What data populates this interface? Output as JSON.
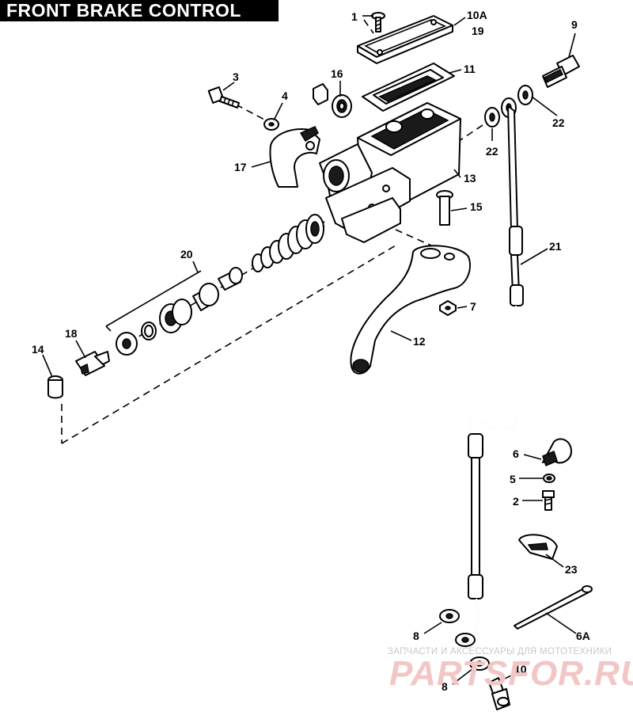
{
  "title": "FRONT BRAKE CONTROL",
  "callouts": [
    {
      "id": "c1",
      "label": "1"
    },
    {
      "id": "c10a",
      "label": "10A"
    },
    {
      "id": "c19",
      "label": "19"
    },
    {
      "id": "c9",
      "label": "9"
    },
    {
      "id": "c11",
      "label": "11"
    },
    {
      "id": "c3",
      "label": "3"
    },
    {
      "id": "c4",
      "label": "4"
    },
    {
      "id": "c16",
      "label": "16"
    },
    {
      "id": "c22a",
      "label": "22"
    },
    {
      "id": "c22b",
      "label": "22"
    },
    {
      "id": "c17",
      "label": "17"
    },
    {
      "id": "c13",
      "label": "13"
    },
    {
      "id": "c15",
      "label": "15"
    },
    {
      "id": "c21",
      "label": "21"
    },
    {
      "id": "c20",
      "label": "20"
    },
    {
      "id": "c7",
      "label": "7"
    },
    {
      "id": "c12",
      "label": "12"
    },
    {
      "id": "c18",
      "label": "18"
    },
    {
      "id": "c14",
      "label": "14"
    },
    {
      "id": "c6",
      "label": "6"
    },
    {
      "id": "c5",
      "label": "5"
    },
    {
      "id": "c2",
      "label": "2"
    },
    {
      "id": "c23",
      "label": "23"
    },
    {
      "id": "c8a",
      "label": "8"
    },
    {
      "id": "c6a",
      "label": "6A"
    },
    {
      "id": "c8b",
      "label": "8"
    },
    {
      "id": "c10",
      "label": "10"
    }
  ],
  "watermark": {
    "text": "ЗАПЧАСТИ И АКСЕССУАРЫ ДЛЯ МОТОТЕХНИКИ",
    "logo": "PARTSFOR.RU"
  }
}
